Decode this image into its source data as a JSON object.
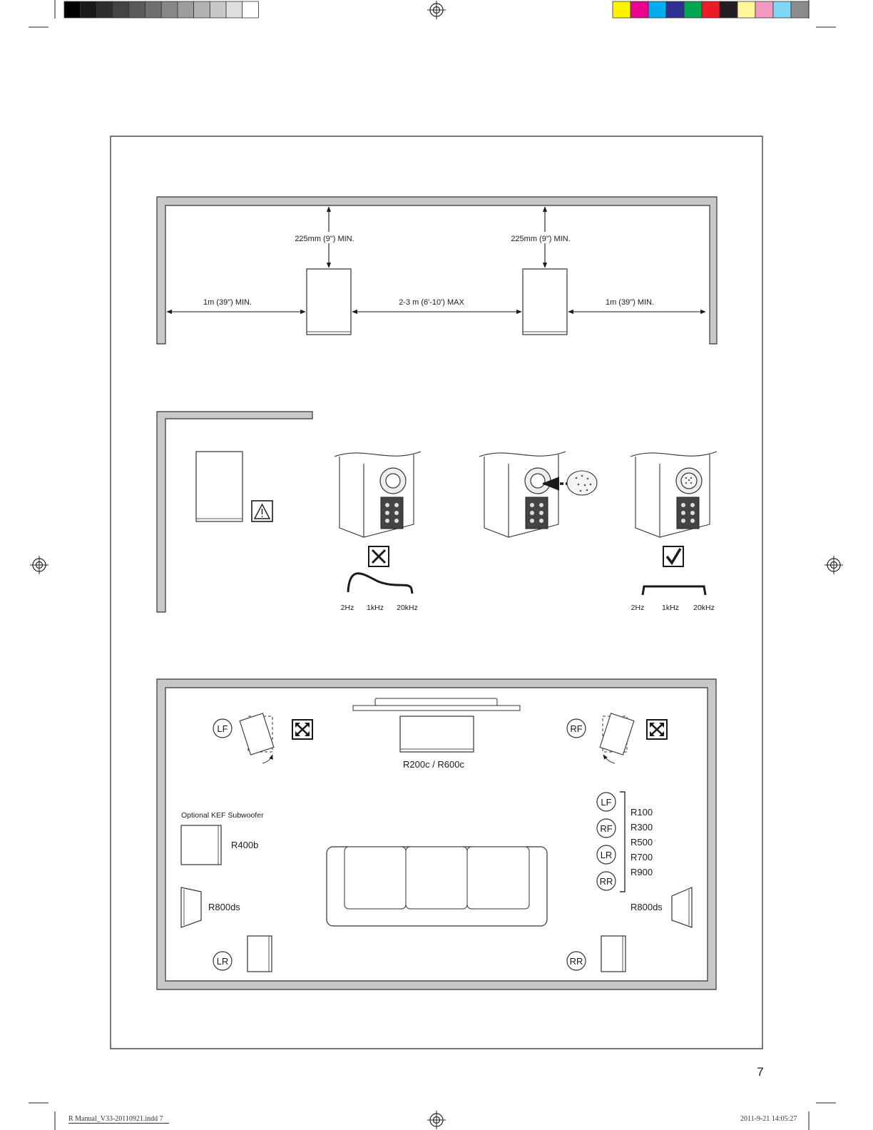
{
  "page_number": "7",
  "footer": {
    "file": "R Manual_V33-20110921.indd   7",
    "timestamp": "2011-9-21   14:05:27"
  },
  "print_marks": {
    "gray_swatches": [
      "#000000",
      "#1a1a1a",
      "#2e2e2e",
      "#444444",
      "#5a5a5a",
      "#707070",
      "#868686",
      "#9c9c9c",
      "#b2b2b2",
      "#c8c8c8",
      "#dedede",
      "#ffffff"
    ],
    "color_swatches": [
      "#fff200",
      "#ec008c",
      "#00aeef",
      "#2e3192",
      "#00a651",
      "#ed1c24",
      "#231f20",
      "#fff799",
      "#f49ac1",
      "#7fd8f5",
      "#8c8c8c"
    ]
  },
  "fig1": {
    "top_left_gap": "225mm (9\") MIN.",
    "top_right_gap": "225mm (9\") MIN.",
    "left_gap": "1m (39\") MIN.",
    "center_gap": "2-3 m (6'-10') MAX",
    "right_gap": "1m (39\") MIN."
  },
  "fig2": {
    "freq_left": [
      "2Hz",
      "1kHz",
      "20kHz"
    ],
    "freq_right": [
      "2Hz",
      "1kHz",
      "20kHz"
    ]
  },
  "fig3": {
    "lf": "LF",
    "rf": "RF",
    "lr": "LR",
    "rr": "RR",
    "center_model": "R200c / R600c",
    "sub_caption": "Optional KEF Subwoofer",
    "sub_model": "R400b",
    "left_ds": "R800ds",
    "right_ds": "R800ds",
    "key_codes": [
      "LF",
      "RF",
      "LR",
      "RR"
    ],
    "models": [
      "R100",
      "R300",
      "R500",
      "R700",
      "R900"
    ]
  }
}
